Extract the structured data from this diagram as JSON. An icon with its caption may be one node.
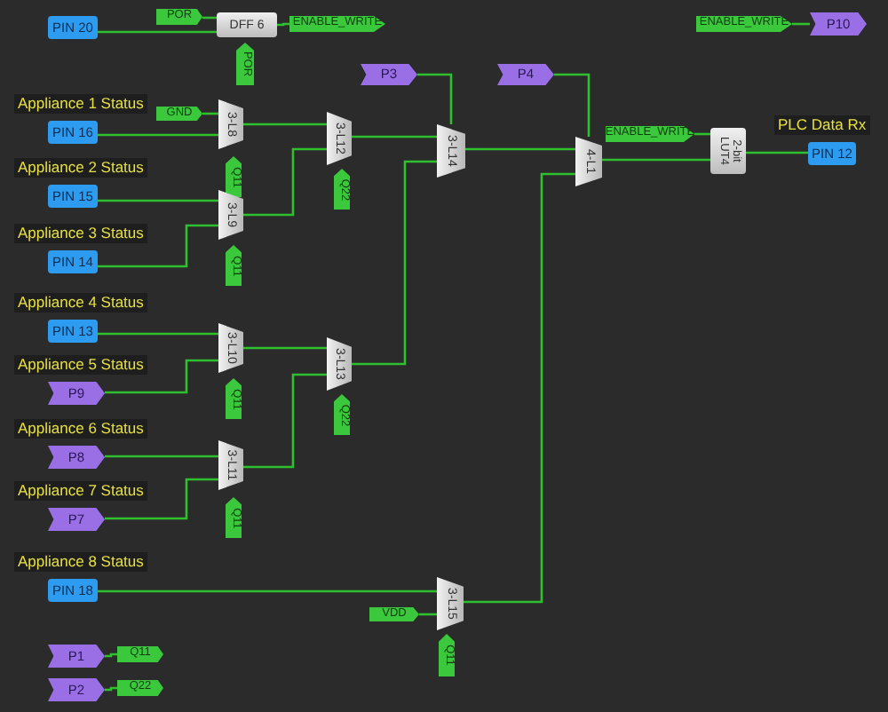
{
  "diagram": {
    "nodes": [
      {
        "text": [
          "PIN 20"
        ]
      },
      {
        "text": [
          "POR"
        ]
      },
      {
        "text": [
          "DFF 6"
        ]
      },
      {
        "text": [
          "ENABLE_WRITE"
        ]
      },
      {
        "text": [
          "POR"
        ]
      },
      {
        "text": [
          "ENABLE_WRITE"
        ]
      },
      {
        "text": [
          "P10"
        ]
      },
      {
        "text": [
          "P3"
        ]
      },
      {
        "text": [
          "P4"
        ]
      },
      {
        "text": [
          "PIN 16"
        ],
        "beside": [
          "Appliance 1 Status"
        ]
      },
      {
        "text": [
          "GND"
        ]
      },
      {
        "text": [
          "3-L8"
        ]
      },
      {
        "text": [
          "Q11"
        ]
      },
      {
        "text": [
          "3-L12"
        ]
      },
      {
        "text": [
          "Q22"
        ]
      },
      {
        "text": [
          "3-L14"
        ]
      },
      {
        "text": [
          "4-L1"
        ]
      },
      {
        "text": [
          "ENABLE_WRITE"
        ]
      },
      {
        "text": [
          "2-bit LUT4"
        ]
      },
      {
        "text": [
          "PIN 12"
        ],
        "beside": [
          "PLC Data Rx"
        ]
      },
      {
        "text": [
          "PIN 15"
        ],
        "beside": [
          "Appliance 2 Status"
        ]
      },
      {
        "text": [
          "3-L9"
        ]
      },
      {
        "text": [
          "Q11"
        ]
      },
      {
        "text": [
          "PIN 14"
        ],
        "beside": [
          "Appliance 3 Status"
        ]
      },
      {
        "text": [
          "PIN 13"
        ],
        "beside": [
          "Appliance 4 Status"
        ]
      },
      {
        "text": [
          "3-L10"
        ]
      },
      {
        "text": [
          "Q11"
        ]
      },
      {
        "text": [
          "3-L13"
        ]
      },
      {
        "text": [
          "Q22"
        ]
      },
      {
        "text": [
          "P9"
        ],
        "beside": [
          "Appliance 5 Status"
        ]
      },
      {
        "text": [
          "P8"
        ],
        "beside": [
          "Appliance 6 Status"
        ]
      },
      {
        "text": [
          "3-L11"
        ]
      },
      {
        "text": [
          "Q11"
        ]
      },
      {
        "text": [
          "P7"
        ],
        "beside": [
          "Appliance 7 Status"
        ]
      },
      {
        "text": [
          "PIN 18"
        ],
        "beside": [
          "Appliance 8 Status"
        ]
      },
      {
        "text": [
          "VDD"
        ]
      },
      {
        "text": [
          "3-L15"
        ]
      },
      {
        "text": [
          "Q11"
        ]
      },
      {
        "text": [
          "P1"
        ]
      },
      {
        "text": [
          "Q11"
        ]
      },
      {
        "text": [
          "P2"
        ]
      },
      {
        "text": [
          "Q22"
        ]
      }
    ],
    "edges": [
      {
        "from": 0,
        "to": 2,
        "arrow": "none"
      },
      {
        "from": 1,
        "to": 2,
        "arrow": "none"
      },
      {
        "from": 2,
        "to": 3,
        "arrow": "none"
      },
      {
        "from": 5,
        "to": 6,
        "arrow": "none"
      },
      {
        "from": 7,
        "to": 15,
        "arrow": "none"
      },
      {
        "from": 8,
        "to": 16,
        "arrow": "none"
      },
      {
        "from": 9,
        "to": 11,
        "arrow": "none"
      },
      {
        "from": 10,
        "to": 11,
        "arrow": "none"
      },
      {
        "from": 20,
        "to": 21,
        "arrow": "none"
      },
      {
        "from": 23,
        "to": 21,
        "arrow": "none"
      },
      {
        "from": 11,
        "to": 13,
        "arrow": "none"
      },
      {
        "from": 21,
        "to": 13,
        "arrow": "none"
      },
      {
        "from": 13,
        "to": 15,
        "arrow": "none"
      },
      {
        "from": 27,
        "to": 15,
        "arrow": "none"
      },
      {
        "from": 15,
        "to": 16,
        "arrow": "none"
      },
      {
        "from": 36,
        "to": 16,
        "arrow": "none"
      },
      {
        "from": 16,
        "to": 18,
        "arrow": "none"
      },
      {
        "from": 17,
        "to": 18,
        "arrow": "none"
      },
      {
        "from": 18,
        "to": 19,
        "arrow": "none"
      },
      {
        "from": 24,
        "to": 25,
        "arrow": "none"
      },
      {
        "from": 29,
        "to": 25,
        "arrow": "none"
      },
      {
        "from": 25,
        "to": 27,
        "arrow": "none"
      },
      {
        "from": 30,
        "to": 31,
        "arrow": "none"
      },
      {
        "from": 33,
        "to": 31,
        "arrow": "none"
      },
      {
        "from": 31,
        "to": 27,
        "arrow": "none"
      },
      {
        "from": 34,
        "to": 36,
        "arrow": "none"
      },
      {
        "from": 35,
        "to": 36,
        "arrow": "none"
      },
      {
        "from": 38,
        "to": 39,
        "arrow": "none"
      },
      {
        "from": 40,
        "to": 41,
        "arrow": "none"
      }
    ]
  }
}
